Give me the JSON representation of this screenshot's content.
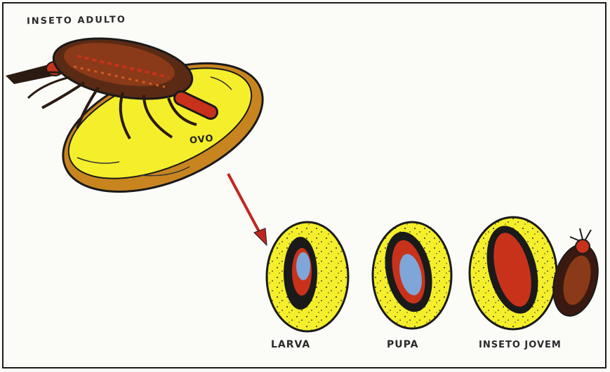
{
  "diagram": {
    "labels": {
      "adult_insect": "INSETO ADULTO",
      "egg": "OVO",
      "larva": "LARVA",
      "pupa": "PUPA",
      "young_insect": "INSETO JOVEM"
    },
    "colors": {
      "grain_yellow": "#f4ef2a",
      "outline": "#1a1a1a",
      "insect_red": "#c8321a",
      "insect_brown": "#5a2a14",
      "pupa_blue": "#7fa6d8",
      "arrow_red": "#c0281e"
    }
  }
}
